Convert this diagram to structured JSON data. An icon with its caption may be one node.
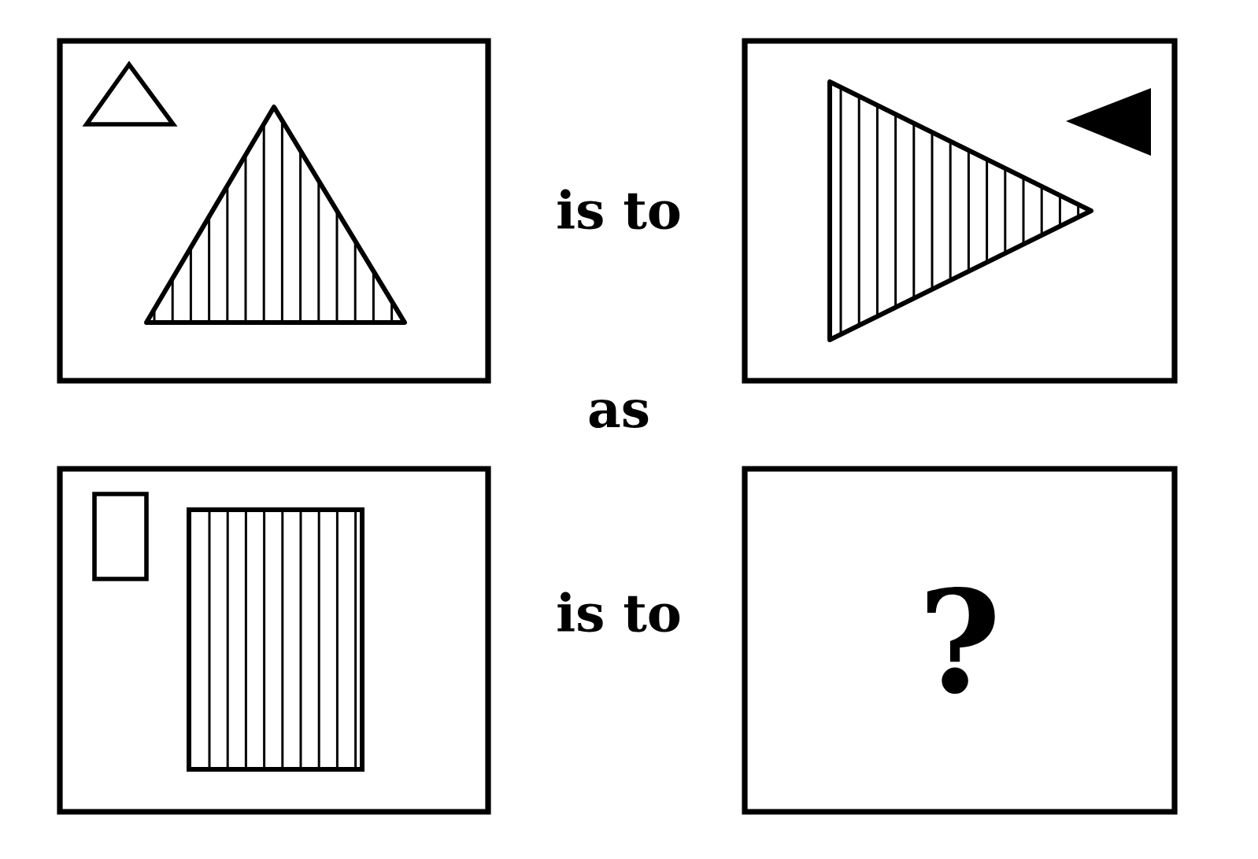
{
  "diagram": {
    "nodes": [
      {
        "text": [],
        "shape": "box"
      },
      {
        "text": [],
        "shape": "box"
      },
      {
        "text": [],
        "shape": "box"
      },
      {
        "text": [
          "?"
        ]
      }
    ],
    "labels": [
      "is to",
      "as",
      "is to"
    ]
  }
}
